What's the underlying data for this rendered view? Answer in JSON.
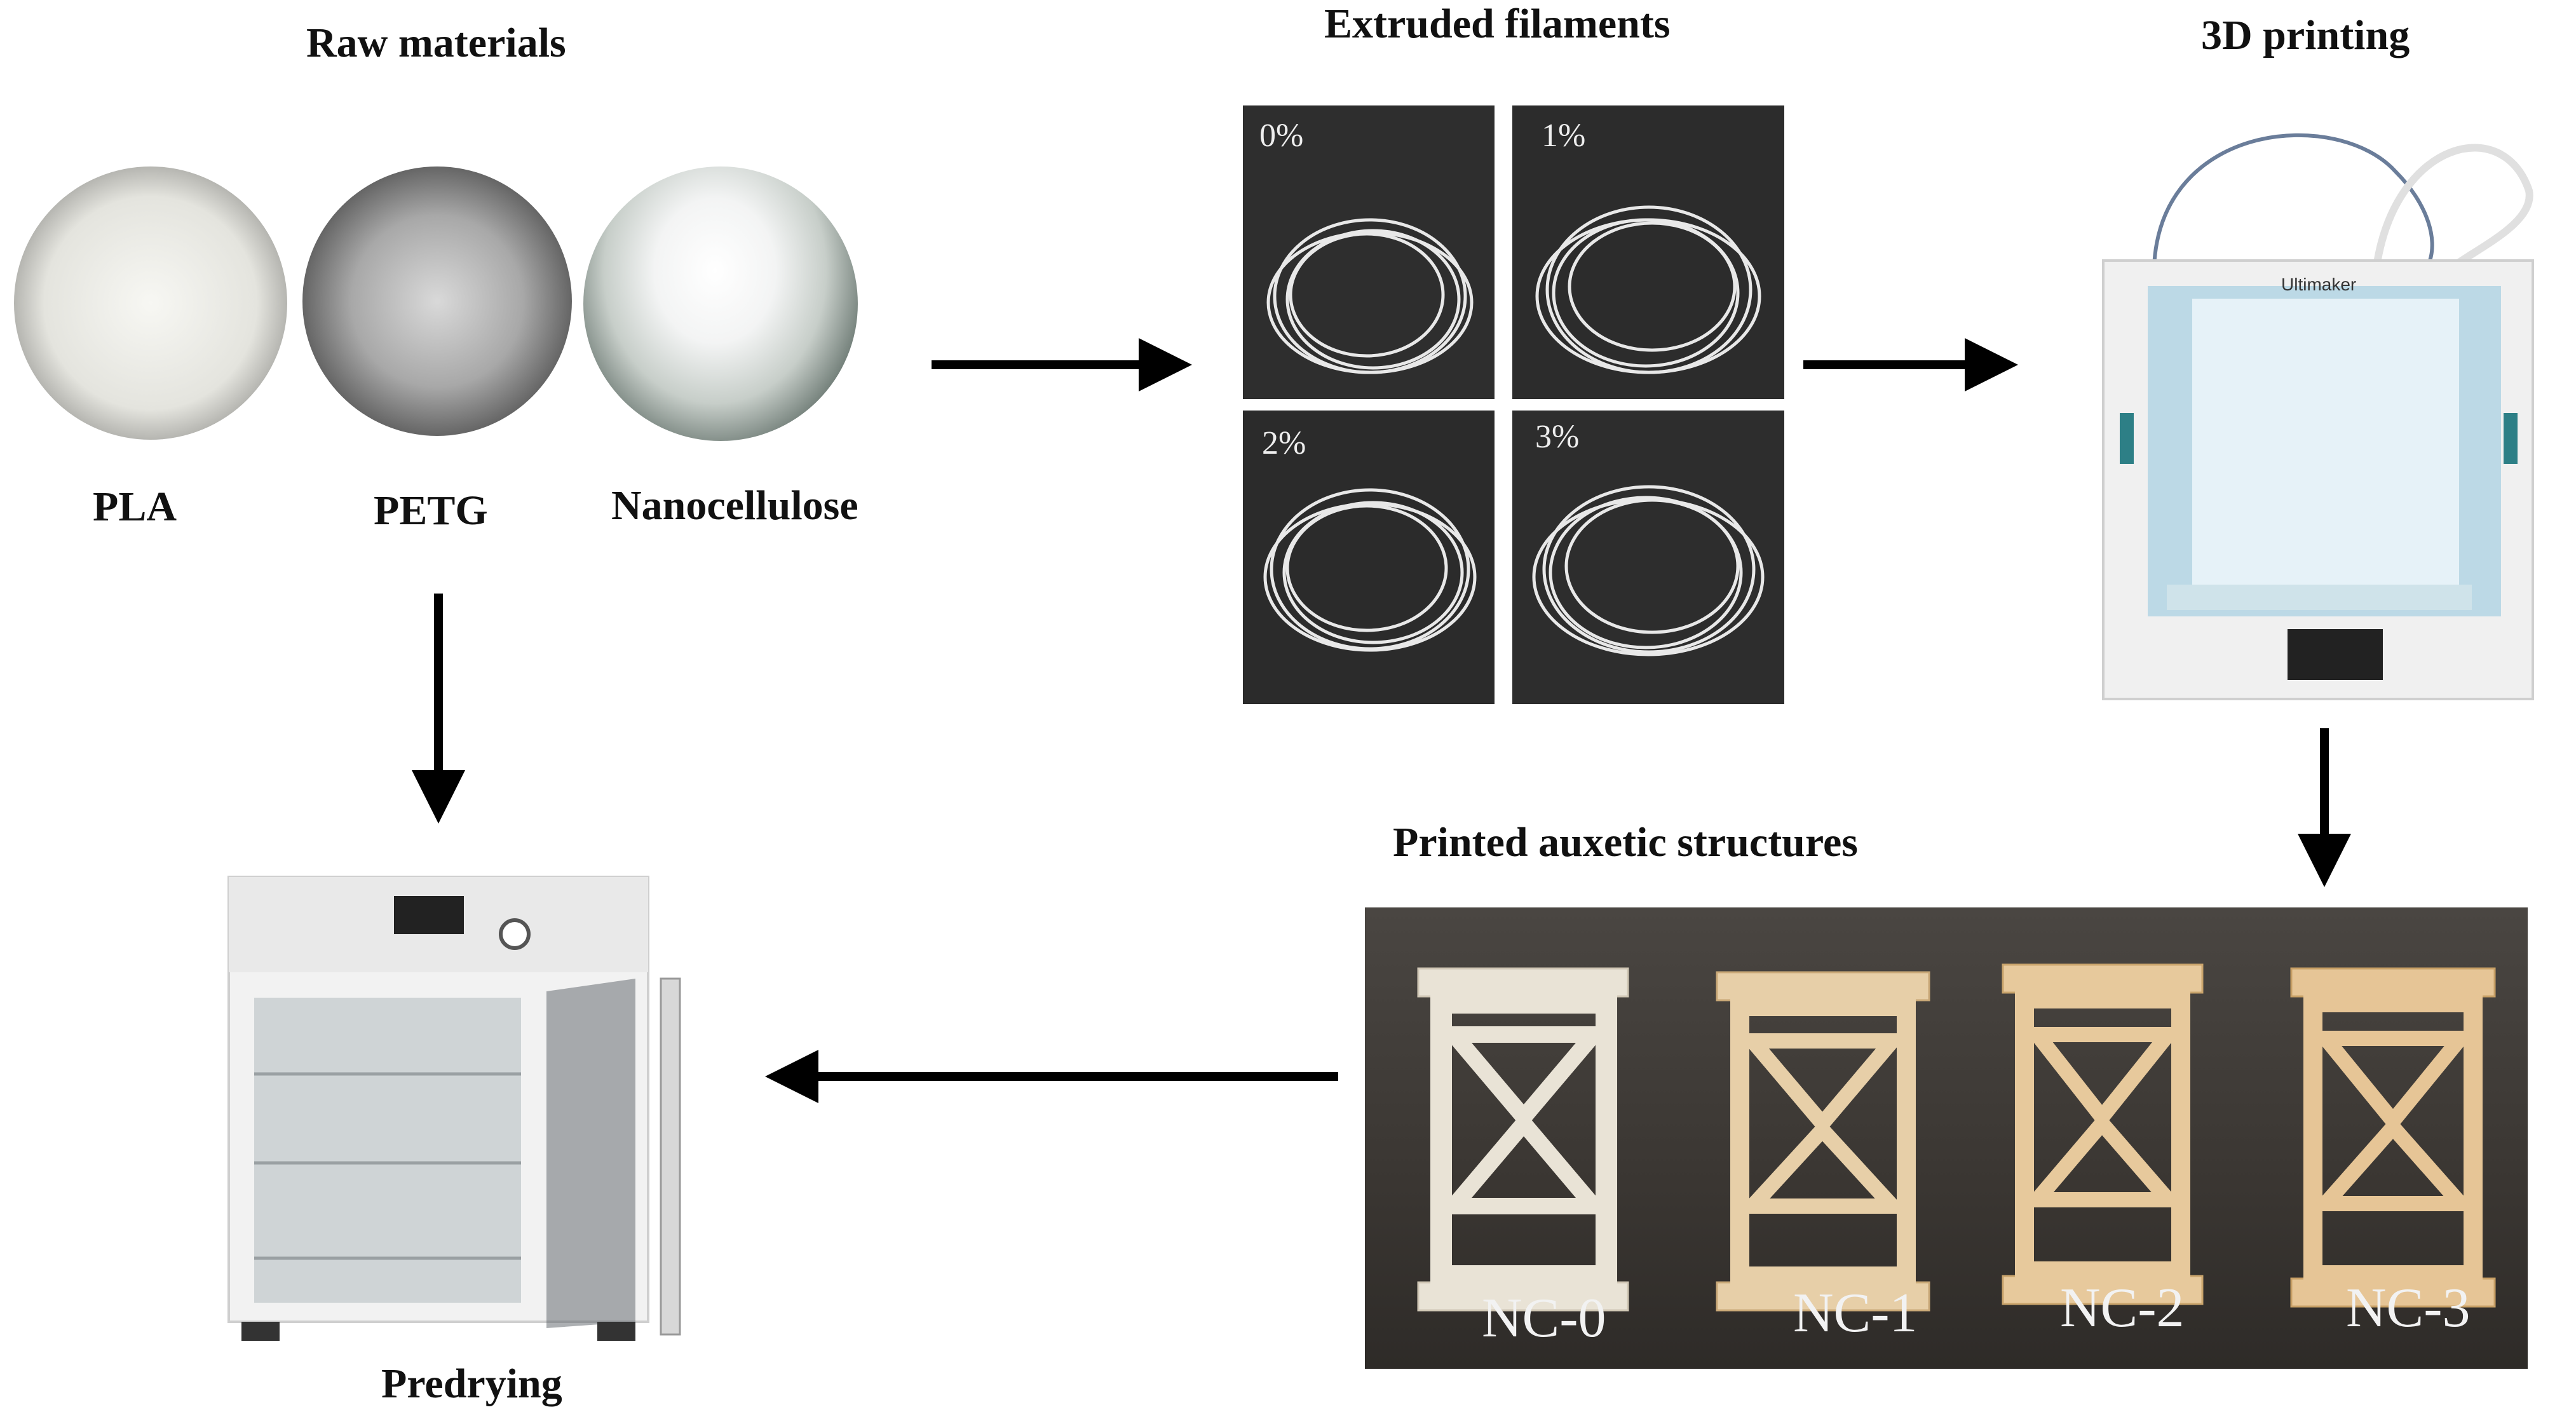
{
  "titles": {
    "raw_materials": "Raw materials",
    "extruded_filaments": "Extruded filaments",
    "printing": "3D printing",
    "printed_structures": "Printed auxetic structures",
    "predrying": "Predrying"
  },
  "materials": [
    "PLA",
    "PETG",
    "Nanocellulose"
  ],
  "filament_percentages": [
    "0%",
    "1%",
    "2%",
    "3%"
  ],
  "printer_brand": "Ultimaker",
  "samples": [
    "NC-0",
    "NC-1",
    "NC-2",
    "NC-3"
  ]
}
